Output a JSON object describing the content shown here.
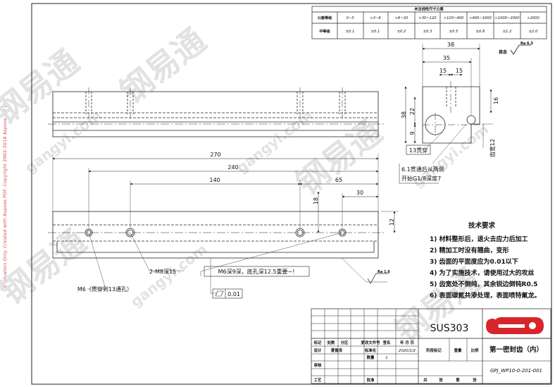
{
  "watermark": {
    "evaluation_text": "Evaluation Only. Created with Aspose.PDF. Copyright 2002-2018 Aspose Pty Ltd.",
    "brand_cn": "钢易通",
    "brand_url": "gangyi.com"
  },
  "tolerance_table": {
    "title": "未注线性尺寸公差",
    "row_labels": [
      "公差等级",
      "中等级"
    ],
    "ranges": [
      "0~3",
      ">3~6",
      ">6~30",
      ">30~120",
      ">120~400",
      ">400~1000",
      ">1000~2000",
      ">2000"
    ],
    "values": [
      "±0.1",
      "±0.1",
      "±0.2",
      "±0.3",
      "±0.5",
      "±0.8",
      "±1.2",
      "±2.0"
    ]
  },
  "roughness_note": {
    "prefix": "其余",
    "value": "Ra 6.3"
  },
  "dimensions": {
    "side_38": "38",
    "side_35": "35",
    "side_15a": "15",
    "side_15b": "15",
    "side_h38": "38",
    "side_h22": "22",
    "side_h9": "9",
    "side_16": "16",
    "side_slot": "齿宽12",
    "len_270": "270",
    "len_240": "240",
    "len_140": "140",
    "len_65": "65",
    "len_30": "30",
    "v_18": "18",
    "v_12": "12",
    "rough_bottom": "Ra 1.6"
  },
  "callouts": {
    "through_13": "13贯穿",
    "side_hole_line1": "6.1贯通后从两侧",
    "side_hole_line2": "开始G1/8深度7",
    "m8": "2-M8深15",
    "m6_top": "M6深9深，底孔深12.5重要~!",
    "m6_bottom": "M6（贯穿到13通孔）",
    "flatness": "0.01"
  },
  "tech_requirements": {
    "title": "技术要求",
    "items": [
      "1) 材料整形后，退火去应力后加工",
      "2) 精加工时没有翘曲，变形",
      "3) 齿面的平面度应为0.01以下",
      "4) 为了实施技术，请使用过大的攻丝",
      "5) 齿宽处不倒纯，其余锐边倒钝R0.5",
      "6) 表面碳氮共渗处理，表面喷特氟龙。"
    ]
  },
  "title_block": {
    "material": "SUS303",
    "part_name": "第一密封齿（内）",
    "drawing_no": "GPJ_WP10-0-201-001",
    "row1": [
      "标记",
      "处数",
      "分区",
      "更改文件号",
      "签名",
      "年 月 日"
    ],
    "row2": [
      "设计",
      "夏振良",
      "",
      "标准化",
      "",
      "2020/1/2"
    ],
    "stage_labels": [
      "阶段标记",
      "重量",
      "比例"
    ],
    "qty_label": "数量",
    "qty_value": "1",
    "review": "审核",
    "process": "工艺",
    "approve": "批准",
    "sheets": [
      "共",
      "张",
      "第",
      "张"
    ]
  },
  "logo": {
    "color": "#d8242b"
  }
}
